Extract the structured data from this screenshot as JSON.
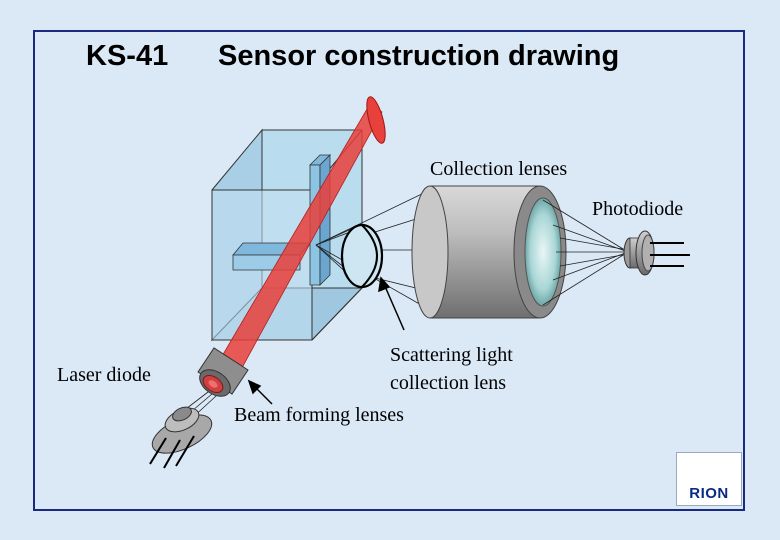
{
  "title": {
    "code": "KS-41",
    "text": "Sensor construction drawing"
  },
  "labels": {
    "collection_lenses": "Collection lenses",
    "photodiode": "Photodiode",
    "scattering_line1": "Scattering light",
    "scattering_line2": "collection lens",
    "laser_diode": "Laser diode",
    "beam_forming": "Beam forming lenses"
  },
  "logo": {
    "text": "RION"
  },
  "colors": {
    "border": "#1a2a80",
    "laser_beam": "#e8403a",
    "cell": "#a8d4ec",
    "metal": "#9a9a9a"
  }
}
